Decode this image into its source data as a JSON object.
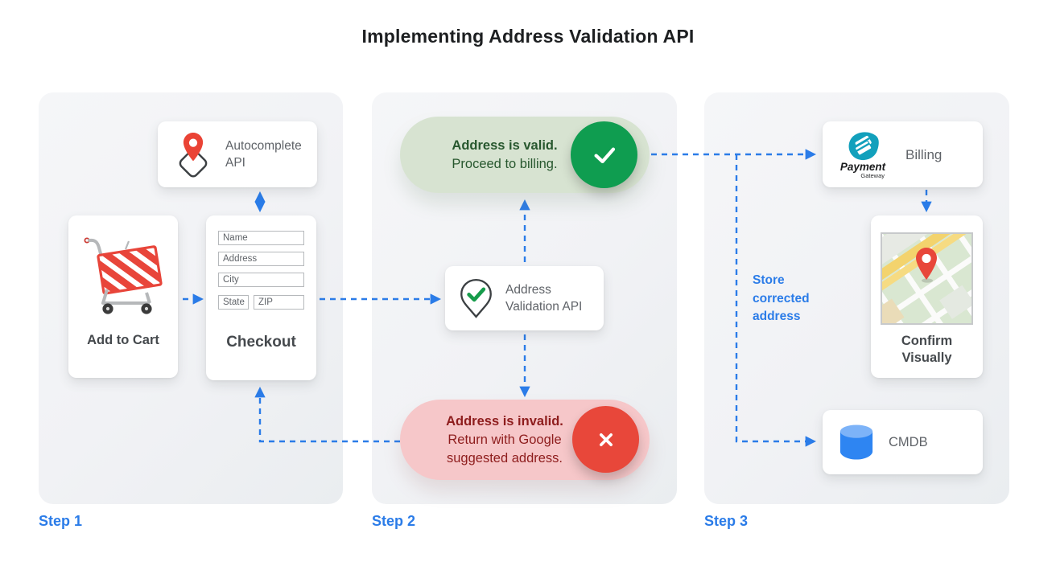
{
  "title": "Implementing Address Validation API",
  "steps": {
    "step1": "Step 1",
    "step2": "Step 2",
    "step3": "Step 3"
  },
  "step1": {
    "autocomplete_label": "Autocomplete API",
    "add_to_cart_label": "Add to Cart",
    "checkout_label": "Checkout",
    "form_fields": {
      "name": "Name",
      "address": "Address",
      "city": "City",
      "state": "State",
      "zip": "ZIP"
    }
  },
  "step2": {
    "validation_label": "Address Validation API",
    "valid": {
      "title": "Address is valid.",
      "subtitle": "Proceed to billing."
    },
    "invalid": {
      "title": "Address is invalid.",
      "subtitle": "Return with Google suggested address."
    }
  },
  "step3": {
    "billing_label": "Billing",
    "logo_name": "Payment",
    "logo_sub": "Gateway",
    "confirm_label": "Confirm Visually",
    "cmdb_label": "CMDB",
    "store_note": "Store corrected address"
  },
  "colors": {
    "accent_blue": "#2b7ce8",
    "valid_green_circle": "#0f9d50",
    "valid_pill_bg": "#d7e3d1",
    "invalid_red_circle": "#e8473a",
    "invalid_pill_bg": "#f6c7c9",
    "pin_red": "#ea4335",
    "gateway_teal": "#12a0bc",
    "cmdb_blue": "#2e85f2"
  }
}
